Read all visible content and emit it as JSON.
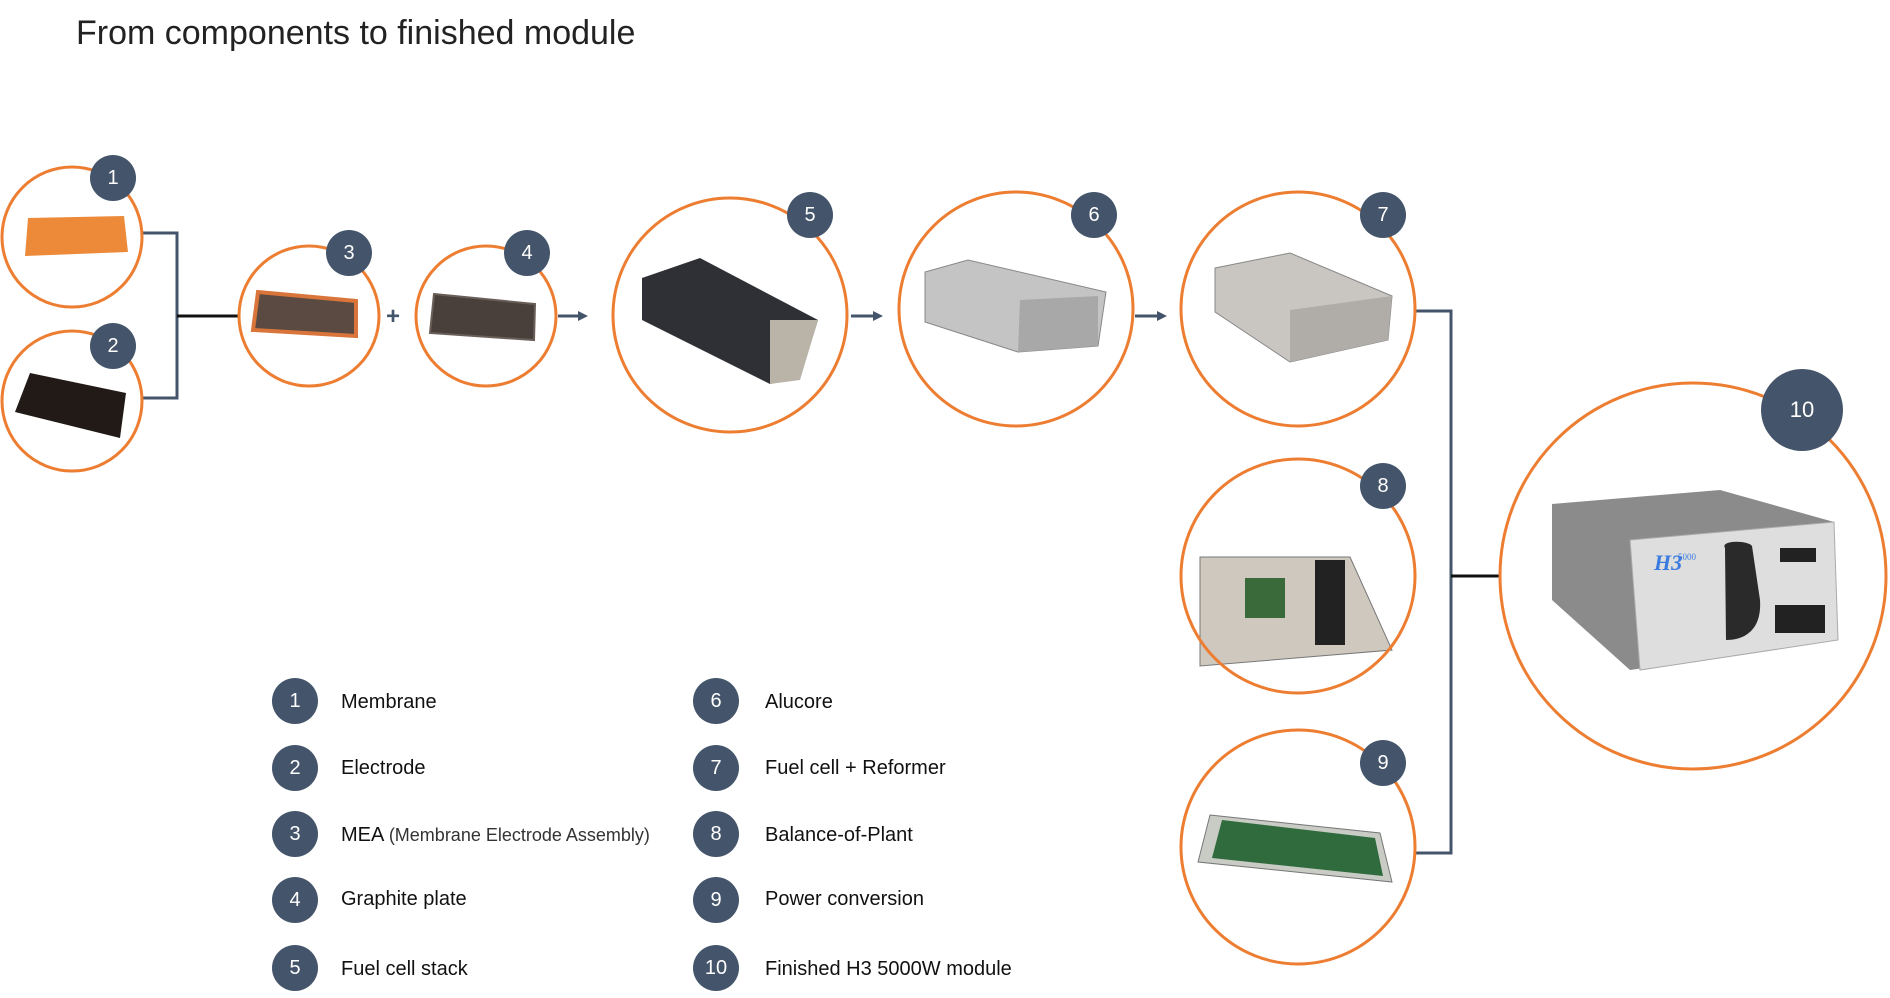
{
  "title": "From components to finished module",
  "plus_sign": "+",
  "colors": {
    "ring": "#ed7d31",
    "badge": "#44546a",
    "connector": "#44546a"
  },
  "steps": [
    {
      "num": "1",
      "label": "Membrane"
    },
    {
      "num": "2",
      "label": "Electrode"
    },
    {
      "num": "3",
      "label": "MEA",
      "sublabel": "(Membrane Electrode Assembly)"
    },
    {
      "num": "4",
      "label": "Graphite plate"
    },
    {
      "num": "5",
      "label": "Fuel cell stack"
    },
    {
      "num": "6",
      "label": "Alucore"
    },
    {
      "num": "7",
      "label": "Fuel cell + Reformer"
    },
    {
      "num": "8",
      "label": "Balance-of-Plant"
    },
    {
      "num": "9",
      "label": "Power conversion"
    },
    {
      "num": "10",
      "label": "Finished H3 5000W module"
    }
  ],
  "module_logo": "H3 5000"
}
